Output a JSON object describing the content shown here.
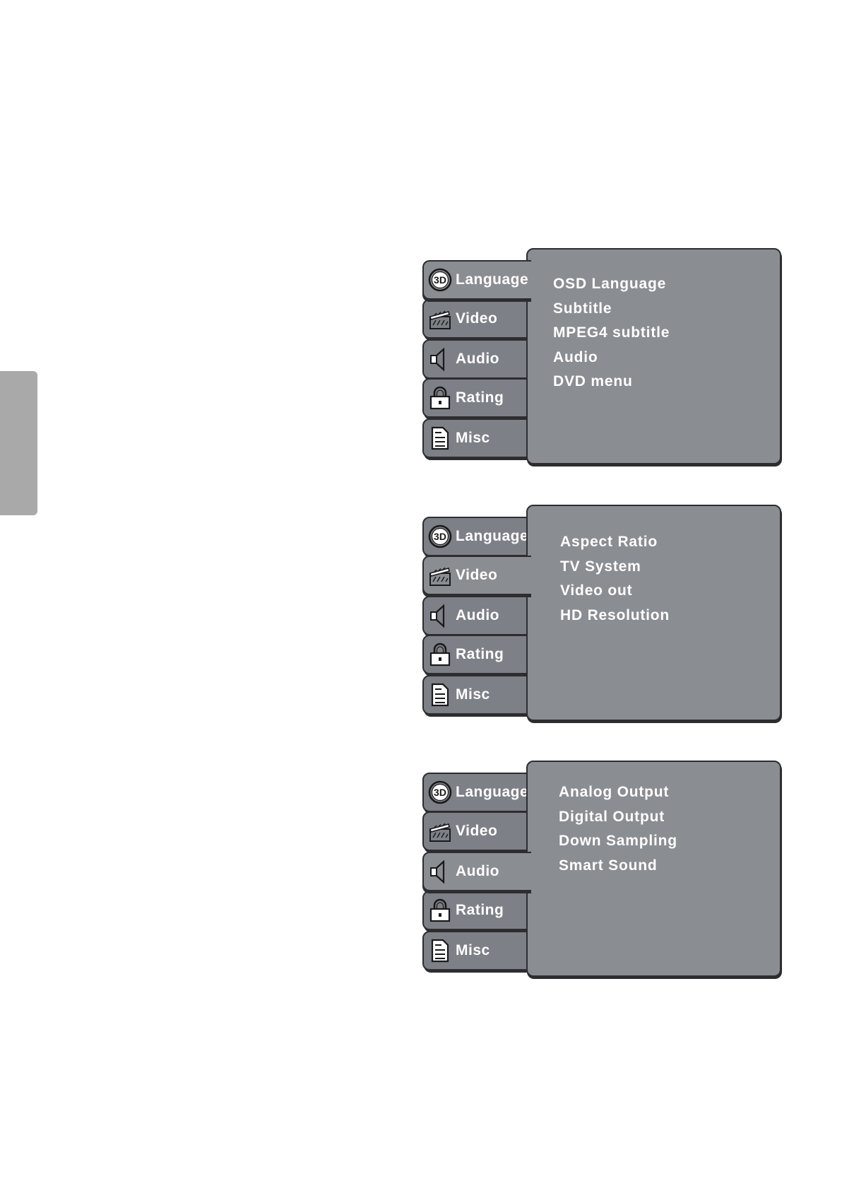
{
  "tabs": [
    {
      "label": "Language",
      "icon": "globe-3d-icon"
    },
    {
      "label": "Video",
      "icon": "clapperboard-icon"
    },
    {
      "label": "Audio",
      "icon": "speaker-icon"
    },
    {
      "label": "Rating",
      "icon": "lock-icon"
    },
    {
      "label": "Misc",
      "icon": "document-icon"
    }
  ],
  "menus": [
    {
      "active_tab": "Language",
      "items": [
        "OSD Language",
        "Subtitle",
        "MPEG4 subtitle",
        "Audio",
        "DVD menu"
      ]
    },
    {
      "active_tab": "Video",
      "items": [
        "Aspect Ratio",
        "TV System",
        "Video out",
        "HD Resolution"
      ]
    },
    {
      "active_tab": "Audio",
      "items": [
        "Analog Output",
        "Digital Output",
        "Down Sampling",
        "Smart Sound"
      ]
    }
  ],
  "colors": {
    "panel": "#8a8d91",
    "tab": "#7d8087",
    "border": "#2d2d30",
    "text": "#ffffff",
    "side_tab": "#a9a9a9"
  }
}
